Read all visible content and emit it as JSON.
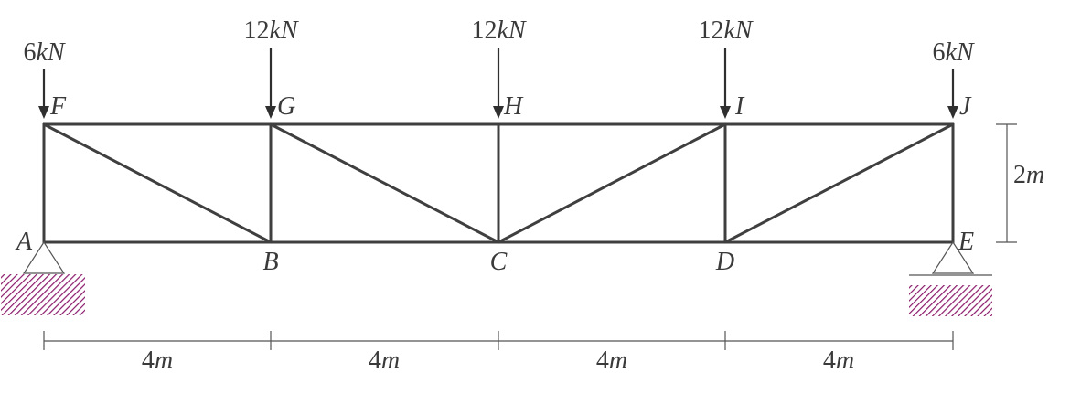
{
  "nodes": {
    "A": "A",
    "B": "B",
    "C": "C",
    "D": "D",
    "E": "E",
    "F": "F",
    "G": "G",
    "H": "H",
    "I": "I",
    "J": "J"
  },
  "loads": [
    {
      "node": "F",
      "value": "6",
      "unit": "kN"
    },
    {
      "node": "G",
      "value": "12",
      "unit": "kN"
    },
    {
      "node": "H",
      "value": "12",
      "unit": "kN"
    },
    {
      "node": "I",
      "value": "12",
      "unit": "kN"
    },
    {
      "node": "J",
      "value": "6",
      "unit": "kN"
    }
  ],
  "spans": [
    {
      "value": "4",
      "unit": "m"
    },
    {
      "value": "4",
      "unit": "m"
    },
    {
      "value": "4",
      "unit": "m"
    },
    {
      "value": "4",
      "unit": "m"
    }
  ],
  "height": {
    "value": "2",
    "unit": "m"
  },
  "colors": {
    "member": "#3f3f3f",
    "ground_hatch": "#8b1a6b"
  }
}
